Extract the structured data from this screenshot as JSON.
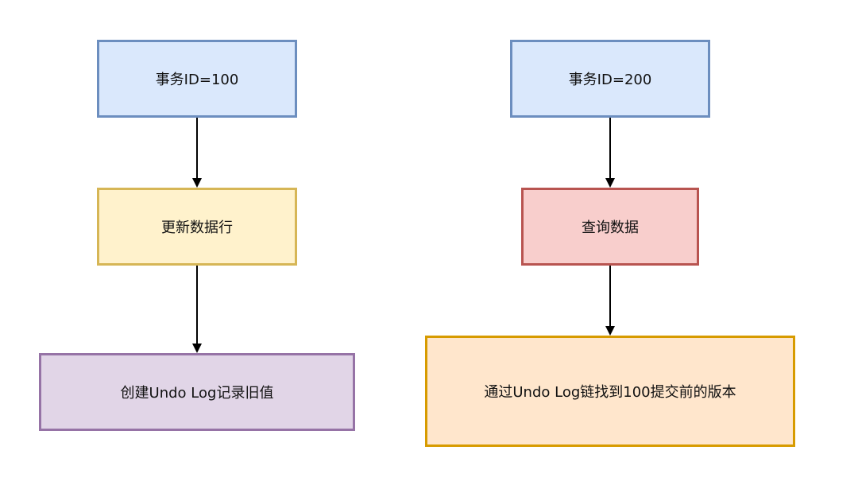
{
  "colors": {
    "blue_fill": "#dae8fc",
    "blue_stroke": "#6c8ebf",
    "yellow_fill": "#fff2cc",
    "yellow_stroke": "#d6b656",
    "purple_fill": "#e1d5e7",
    "purple_stroke": "#9673a6",
    "red_fill": "#f8cecc",
    "red_stroke": "#b85450",
    "orange_fill": "#ffe6cc",
    "orange_stroke": "#d79b00",
    "edge": "#000000"
  },
  "left_flow": {
    "txn": "事务ID=100",
    "update": "更新数据行",
    "undo": "创建Undo Log记录旧值"
  },
  "right_flow": {
    "txn": "事务ID=200",
    "query": "查询数据",
    "find": "通过Undo Log链找到100提交前的版本"
  }
}
